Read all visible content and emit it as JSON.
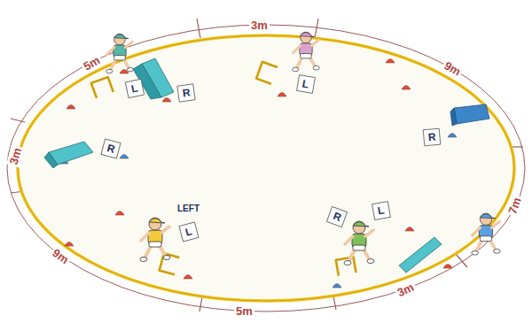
{
  "diagram": {
    "labels": [
      "5m",
      "3m",
      "9m",
      "7m",
      "3m",
      "5m",
      "9m",
      "3m",
      "R",
      "L",
      "L",
      "R",
      "R",
      "LEFT",
      "L",
      "R",
      "L"
    ]
  }
}
